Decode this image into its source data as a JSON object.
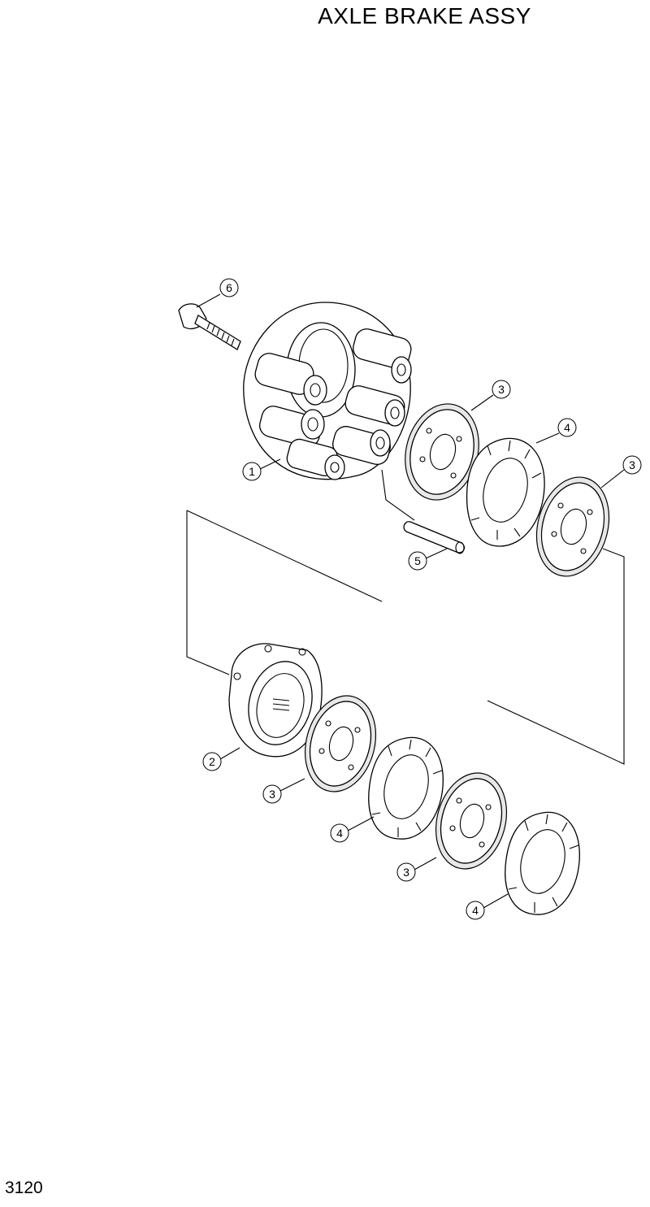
{
  "title": "AXLE BRAKE ASSY",
  "page_number": "3120",
  "callouts": [
    {
      "label": "6"
    },
    {
      "label": "3"
    },
    {
      "label": "4"
    },
    {
      "label": "3"
    },
    {
      "label": "1"
    },
    {
      "label": "5"
    },
    {
      "label": "2"
    },
    {
      "label": "3"
    },
    {
      "label": "4"
    },
    {
      "label": "3"
    },
    {
      "label": "4"
    }
  ]
}
